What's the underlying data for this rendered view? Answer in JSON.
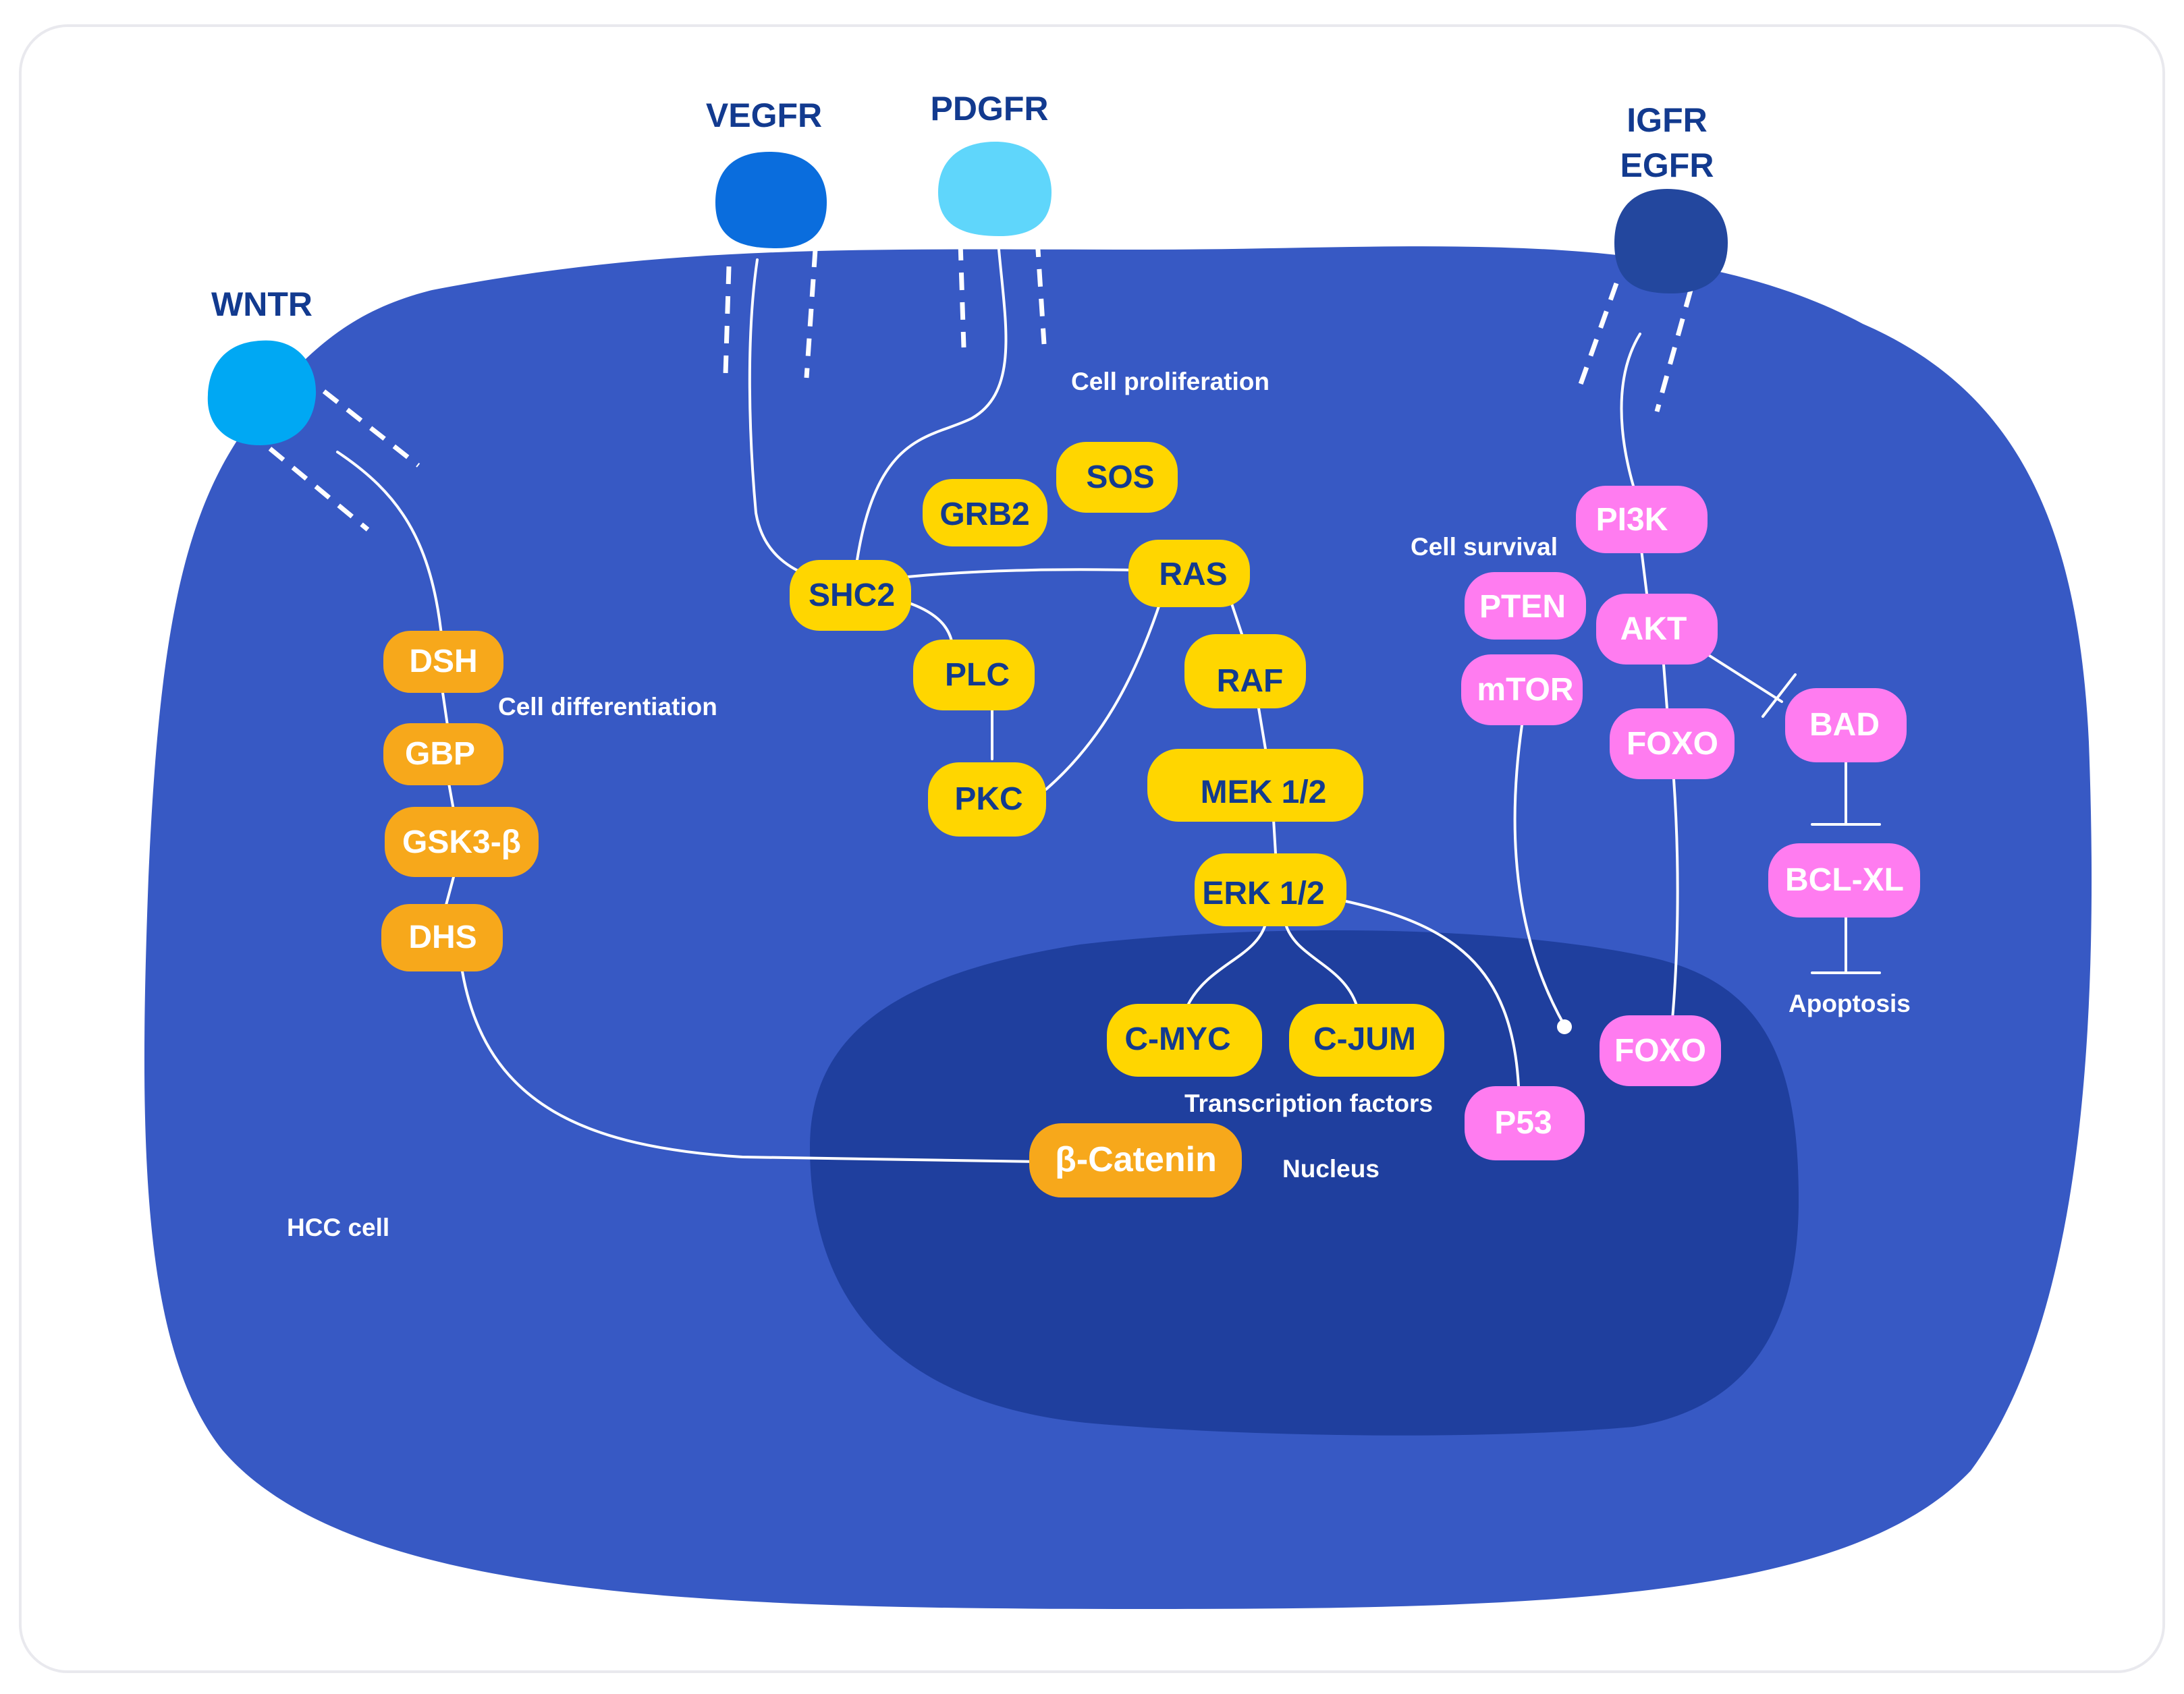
{
  "colors": {
    "cell": "#3759c4",
    "nucleus": "#1f3f9e",
    "label_dark": "#123a8f",
    "label_light": "#ffffff",
    "wnt": "#f7a81b",
    "mapk": "#ffd600",
    "pi3k": "#ff7cf0",
    "vegfr": "#0a6ddd",
    "pdgfr": "#5fd6fb",
    "igfr": "#23479e",
    "wntr": "#00a8f3"
  },
  "receptors": {
    "vegfr": "VEGFR",
    "pdgfr": "PDGFR",
    "igfr": "IGFR",
    "egfr": "EGFR",
    "wntr": "WNTR"
  },
  "annotations": {
    "cell_proliferation": "Cell proliferation",
    "cell_survival": "Cell survival",
    "cell_differentiation": "Cell differentiation",
    "transcription_factors": "Transcription factors",
    "nucleus": "Nucleus",
    "hcc_cell": "HCC cell",
    "apoptosis": "Apoptosis"
  },
  "nodes": {
    "dsh": "DSH",
    "gbp": "GBP",
    "gsk3b": "GSK3-β",
    "dhs": "DHS",
    "beta_catenin": "β-Catenin",
    "sos": "SOS",
    "grb2": "GRB2",
    "shc2": "SHC2",
    "ras": "RAS",
    "plc": "PLC",
    "raf": "RAF",
    "pkc": "PKC",
    "mek": "MEK 1/2",
    "erk": "ERK 1/2",
    "cmyc": "C-MYC",
    "cjum": "C-JUM",
    "pi3k": "PI3K",
    "pten": "PTEN",
    "akt": "AKT",
    "mtor": "mTOR",
    "foxo_cyto": "FOXO",
    "bad": "BAD",
    "bclxl": "BCL-XL",
    "foxo_nuc": "FOXO",
    "p53": "P53"
  }
}
